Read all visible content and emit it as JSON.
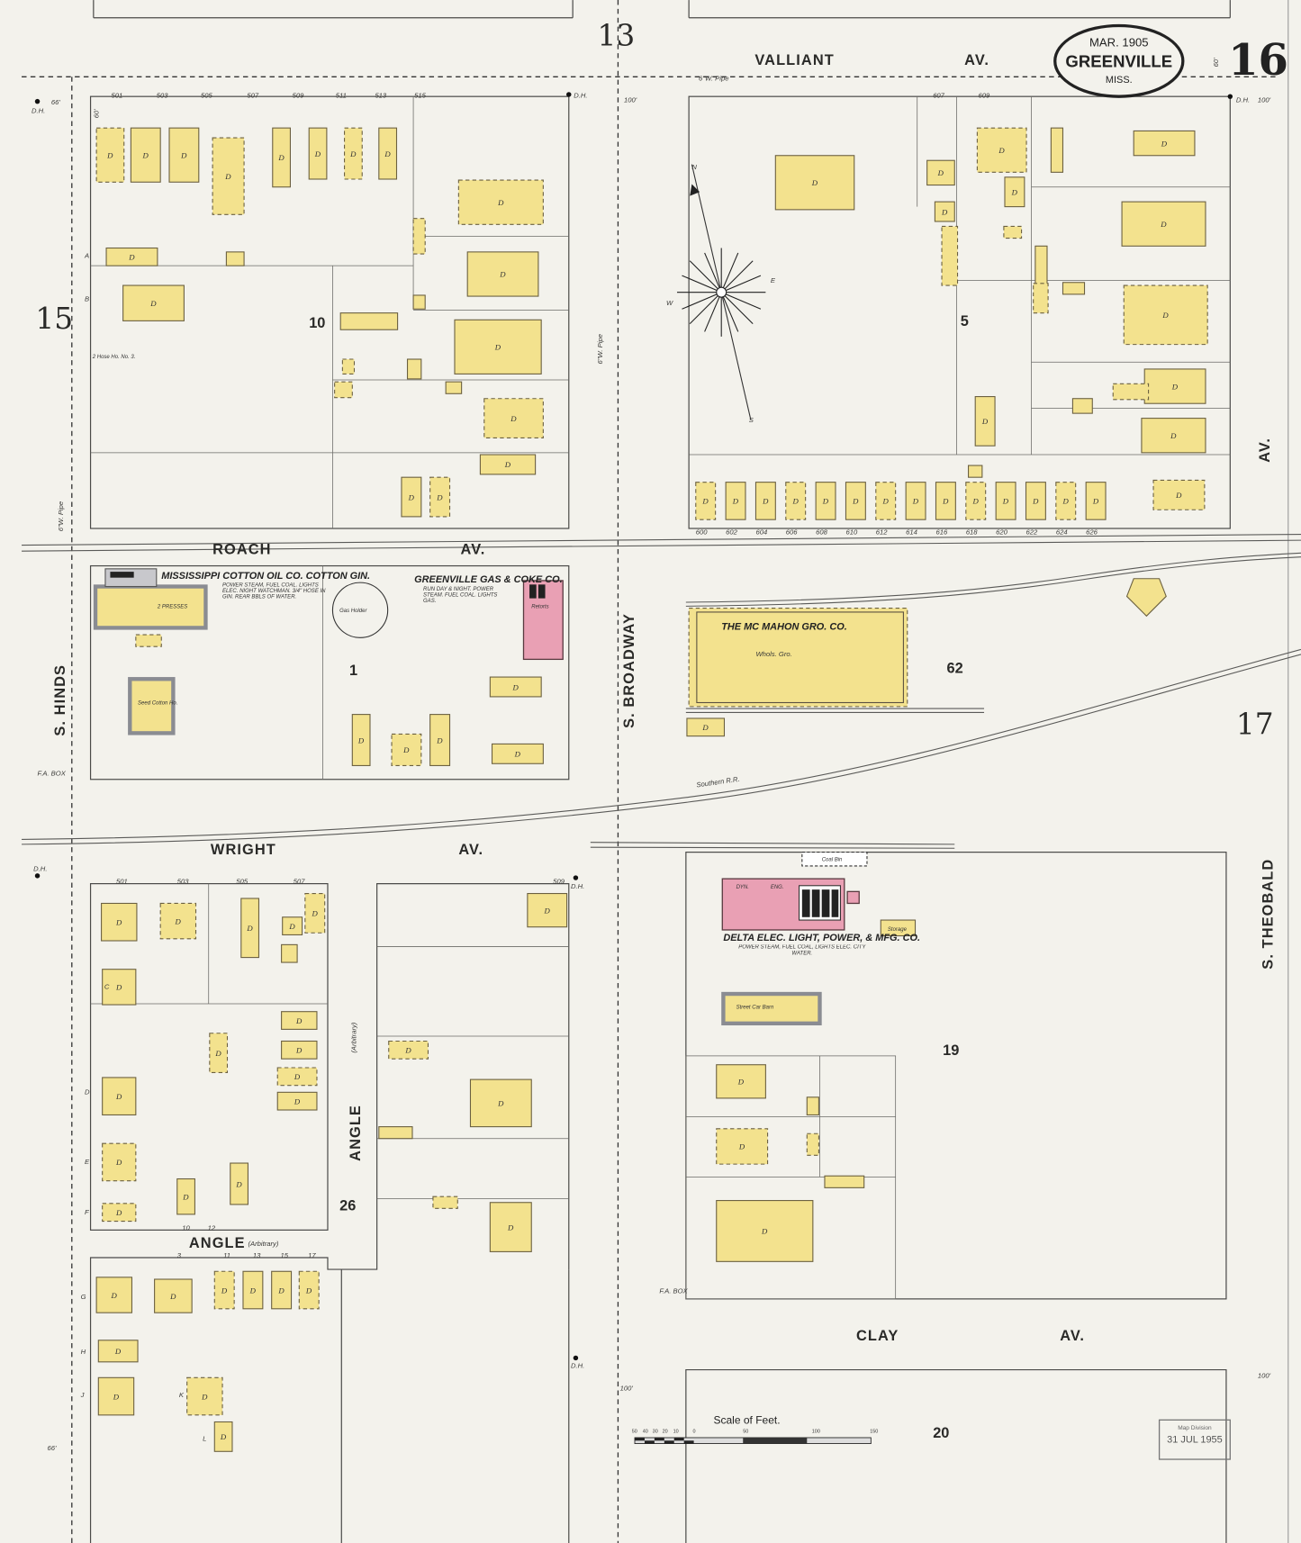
{
  "title": {
    "date": "MAR. 1905",
    "city": "GREENVILLE",
    "state": "MISS.",
    "sheet_number": "16"
  },
  "adjacent_sheets": {
    "top": "13",
    "left": "15",
    "right": "17"
  },
  "streets": {
    "valliant": [
      "VALLIANT",
      "AV."
    ],
    "roach": [
      "ROACH",
      "AV."
    ],
    "wright": [
      "WRIGHT",
      "AV."
    ],
    "clay": [
      "CLAY",
      "AV."
    ],
    "angle_h": "ANGLE",
    "angle_h_note": "(Arbitrary)",
    "angle_v": "ANGLE",
    "angle_v_note": "(Arbitrary)",
    "hinds": "S. HINDS",
    "broadway": "S. BROADWAY",
    "theobald": "S. THEOBALD",
    "theobald_av": "AV.",
    "railroad": "Southern R.R."
  },
  "block_numbers": [
    "10",
    "5",
    "1",
    "62",
    "19",
    "26",
    "20"
  ],
  "businesses": {
    "cotton_gin": {
      "name": "MISSISSIPPI COTTON OIL CO. COTTON GIN.",
      "note": "POWER STEAM, FUEL COAL. LIGHTS ELEC. NIGHT WATCHMAN. 3/4\" HOSE IN GIN. REAR BBLS OF WATER.",
      "inner": "2 PRESSES",
      "seed_house": "Seed Cotton Ho."
    },
    "gas": {
      "name": "GREENVILLE GAS & COKE CO.",
      "note": "RUN DAY & NIGHT. POWER STEAM. FUEL COAL. LIGHTS GAS.",
      "holder": "Gas Holder",
      "retorts": "Retorts"
    },
    "grocery": {
      "name": "THE MC MAHON GRO. CO.",
      "note": "Whols. Gro."
    },
    "delta": {
      "name": "DELTA ELEC. LIGHT, POWER, & MFG. CO.",
      "note": "POWER STEAM, FUEL COAL, LIGHTS ELEC. CITY WATER.",
      "coal_bin": "Coal Bin",
      "storage": "Storage",
      "dyn": "DYN.",
      "eng": "ENG."
    },
    "car_barn": "Street Car Barn",
    "hose": "2 Hose Ho. No. 3."
  },
  "house_numbers": {
    "valliant_left": [
      "501",
      "503",
      "505",
      "507",
      "509",
      "511",
      "513",
      "515"
    ],
    "valliant_right": [
      "607",
      "609"
    ],
    "roach_right": [
      "600",
      "602",
      "604",
      "606",
      "608",
      "610",
      "612",
      "614",
      "616",
      "618",
      "620",
      "622",
      "624",
      "626"
    ],
    "wright_left": [
      "501",
      "503",
      "505",
      "507",
      "509"
    ],
    "angle": [
      "10",
      "12",
      "3",
      "11",
      "13",
      "15",
      "17"
    ],
    "lot_letters": [
      "A",
      "B",
      "C",
      "D",
      "E",
      "F",
      "G",
      "H",
      "J",
      "K",
      "L"
    ]
  },
  "dwelling_label": "D",
  "compass": {
    "n": "N",
    "s": "S",
    "e": "E",
    "w": "W"
  },
  "scale": {
    "label": "Scale of Feet.",
    "ticks": [
      "50",
      "40",
      "30",
      "20",
      "10",
      "0",
      "50",
      "100",
      "150"
    ]
  },
  "stamp": {
    "line1": "Map Division",
    "line2": "31 JUL 1955"
  },
  "misc": {
    "dh": "D.H.",
    "fa_box": "F.A. BOX",
    "pipe": "6\"W. Pipe",
    "hundred": "100'",
    "sixty": "60'",
    "sixtysix": "66'"
  },
  "colors": {
    "paper": "#f3f2ec",
    "frame_brick": "#e9a0b4",
    "frame": "#f3e28e"
  }
}
